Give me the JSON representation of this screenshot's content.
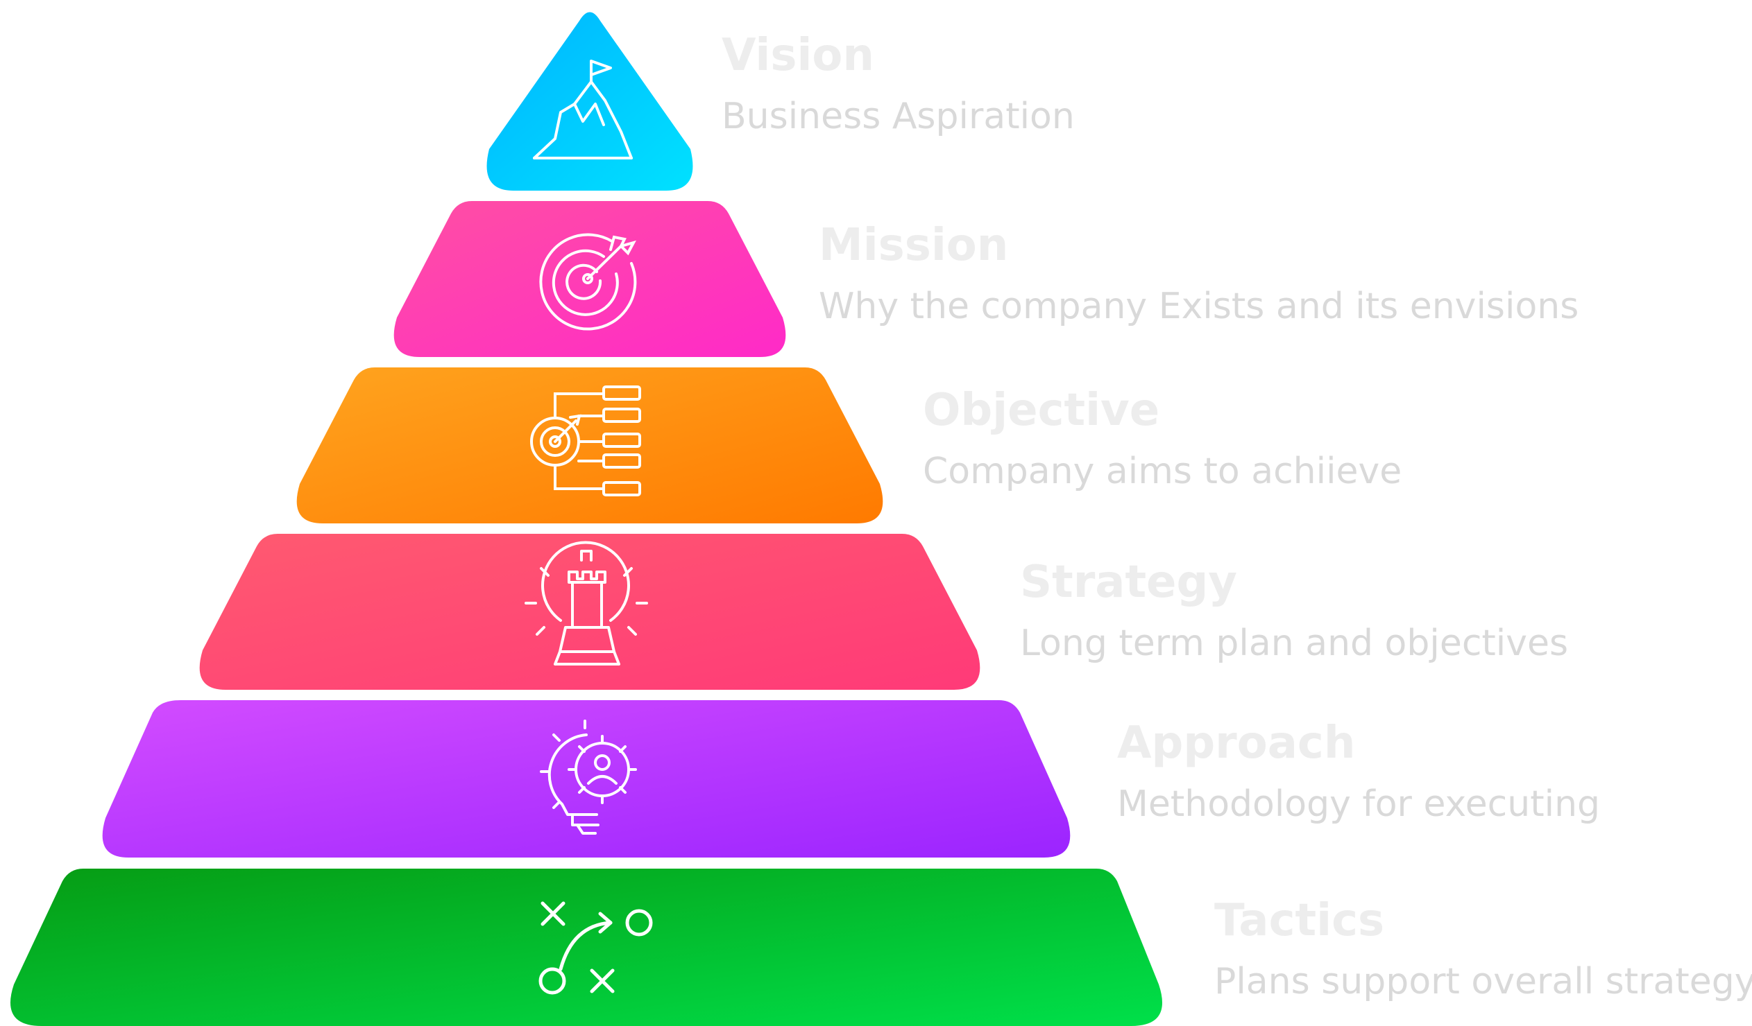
{
  "levels": [
    {
      "title": "Vision",
      "desc": "Business Aspiration",
      "icon": "mountain-flag-icon",
      "colors": [
        "#00b4ff",
        "#00e1ff"
      ]
    },
    {
      "title": "Mission",
      "desc": "Why the company Exists and its envisions",
      "icon": "target-arrow-icon",
      "colors": [
        "#ff4fa3",
        "#ff2ac8"
      ]
    },
    {
      "title": "Objective",
      "desc": "Company  aims to achiieve",
      "icon": "target-flowchart-icon",
      "colors": [
        "#ffa41f",
        "#ff7a00"
      ]
    },
    {
      "title": "Strategy",
      "desc": "Long term plan and objectives",
      "icon": "chess-rook-gear-icon",
      "colors": [
        "#ff5a70",
        "#ff3a78"
      ]
    },
    {
      "title": "Approach",
      "desc": "Methodology for executing",
      "icon": "lightbulb-gear-icon",
      "colors": [
        "#d34cff",
        "#9b24ff"
      ]
    },
    {
      "title": "Tactics",
      "desc": "Plans support overall strategy",
      "icon": "play-diagram-icon",
      "colors": [
        "#069c14",
        "#00e04a"
      ]
    }
  ]
}
